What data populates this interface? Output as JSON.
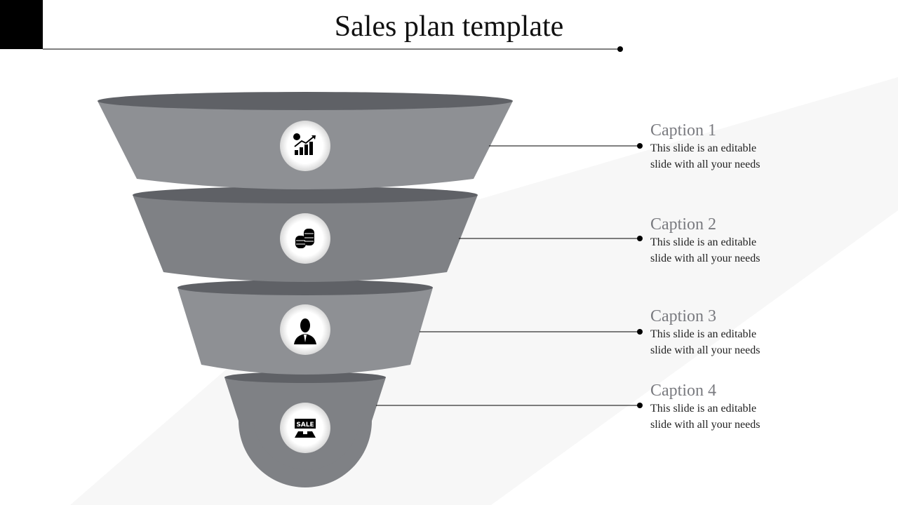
{
  "title": "Sales plan template",
  "colors": {
    "body_light": "#8e9094",
    "body_dark": "#7f8185",
    "rim": "#5f6166",
    "accent": "#000000"
  },
  "stages": [
    {
      "icon": "growth-chart-icon",
      "caption": "Caption 1",
      "text_line1": "This slide is an editable",
      "text_line2": "slide with all your needs"
    },
    {
      "icon": "coins-icon",
      "caption": "Caption 2",
      "text_line1": "This slide is an editable",
      "text_line2": "slide with all your needs"
    },
    {
      "icon": "businessman-icon",
      "caption": "Caption 3",
      "text_line1": "This slide is an editable",
      "text_line2": "slide with all your needs"
    },
    {
      "icon": "sale-sign-icon",
      "caption": "Caption 4",
      "text_line1": "This slide is an editable",
      "text_line2": "slide with all your needs"
    }
  ]
}
